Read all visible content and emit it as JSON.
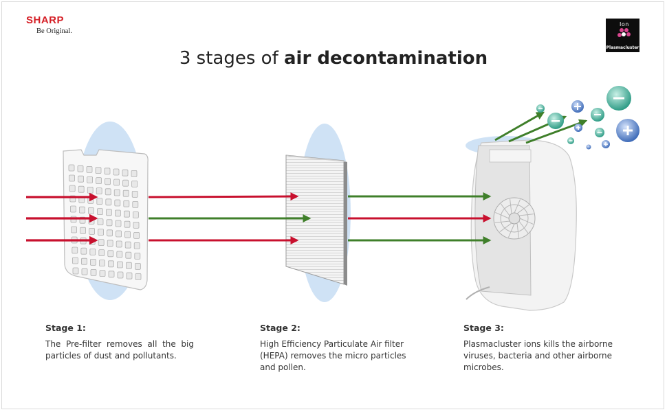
{
  "brand": {
    "name": "SHARP",
    "tagline": "Be Original."
  },
  "badge": {
    "ion_text": "Ion",
    "label": "Plasmacluster"
  },
  "title": {
    "prefix": "3 stages of ",
    "emphasis": "air decontamination"
  },
  "stages": [
    {
      "title": "Stage 1:",
      "description": "The Pre-filter removes all the big particles of dust and pollutants."
    },
    {
      "title": "Stage 2:",
      "description": "High Efficiency Particulate Air filter (HEPA) removes the micro particles and pollen."
    },
    {
      "title": "Stage 3:",
      "description": "Plasmacluster ions kills the airborne viruses, bacteria and other airborne microbes."
    }
  ],
  "colors": {
    "brand_red": "#d51f26",
    "arrow_red": "#c8102e",
    "arrow_green": "#3f7f2a",
    "halo_blue": "#cfe2f5",
    "ion_teal": "#3fae9a",
    "ion_blue": "#4a78c0"
  },
  "icons": [
    "prefilter-panel",
    "hepa-filter",
    "air-purifier",
    "plus-ion-icon",
    "minus-ion-icon"
  ]
}
